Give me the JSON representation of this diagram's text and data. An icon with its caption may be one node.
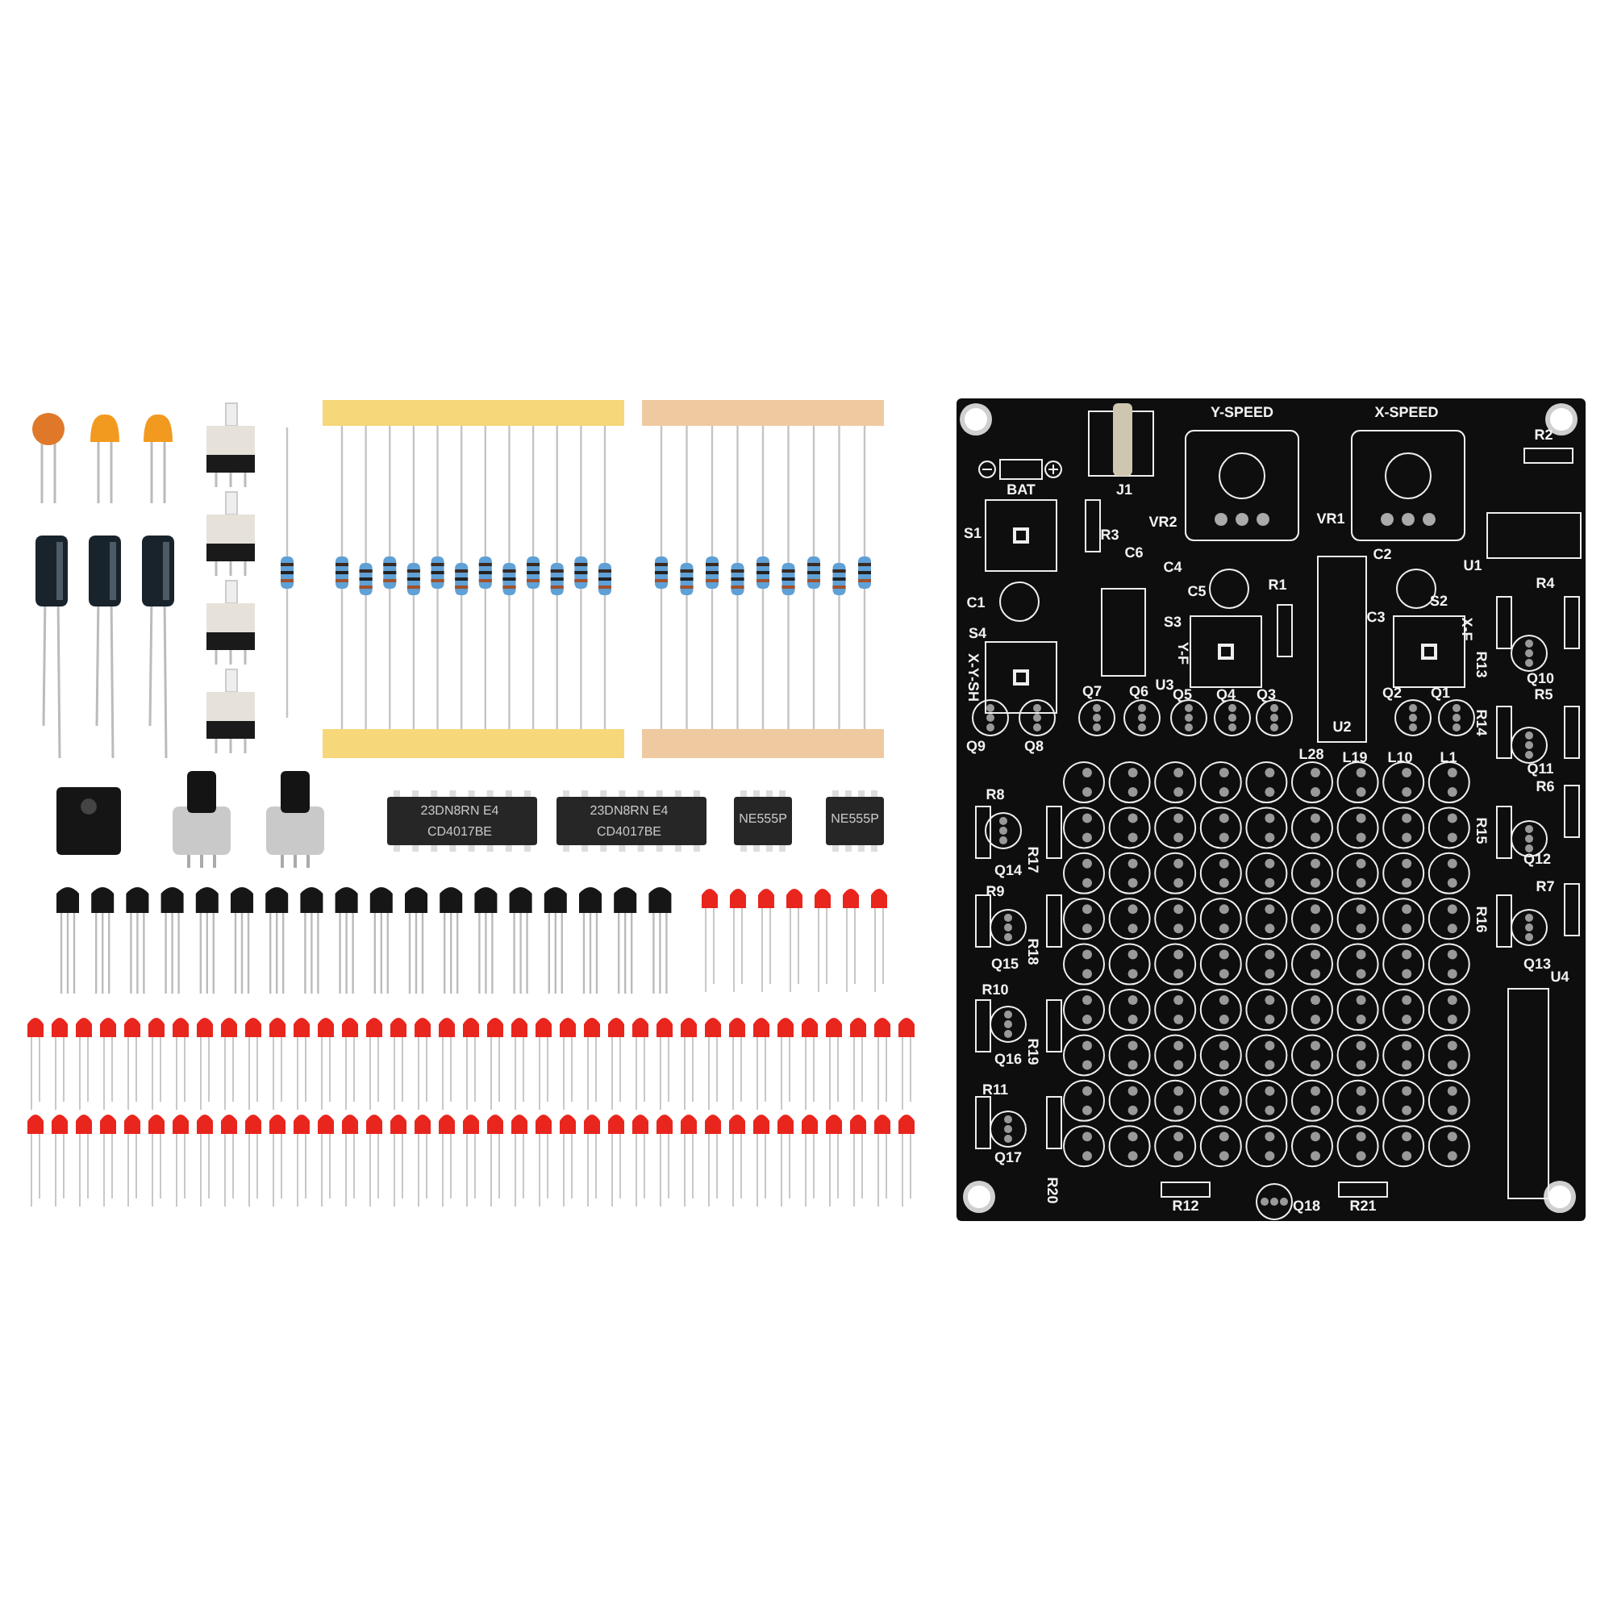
{
  "diagram": {
    "labels": [
      "23DN8RN E4",
      "CD4017BE",
      "23DN8RN E4",
      "CD4017BE",
      "NE555P",
      "NE555P",
      "Y-SPEED",
      "X-SPEED",
      "R2",
      "BAT",
      "J1",
      "VR2",
      "VR1",
      "S1",
      "R3",
      "C6",
      "C2",
      "C4",
      "U1",
      "C1",
      "C5",
      "R1",
      "C3",
      "S2",
      "R4",
      "S3",
      "S4",
      "X-F",
      "Y-F",
      "X-Y-SH",
      "R13",
      "U3",
      "Q7",
      "Q6",
      "Q5",
      "Q4",
      "Q3",
      "Q2",
      "Q1",
      "Q10",
      "R5",
      "R14",
      "Q9",
      "Q8",
      "U2",
      "L28",
      "L19",
      "L10",
      "L1",
      "Q11",
      "R6",
      "R8",
      "R15",
      "R17",
      "Q14",
      "Q12",
      "R7",
      "R9",
      "R16",
      "R18",
      "Q15",
      "Q13",
      "U4",
      "R10",
      "R19",
      "Q16",
      "R11",
      "Q17",
      "R20",
      "R12",
      "Q18",
      "R21"
    ]
  }
}
